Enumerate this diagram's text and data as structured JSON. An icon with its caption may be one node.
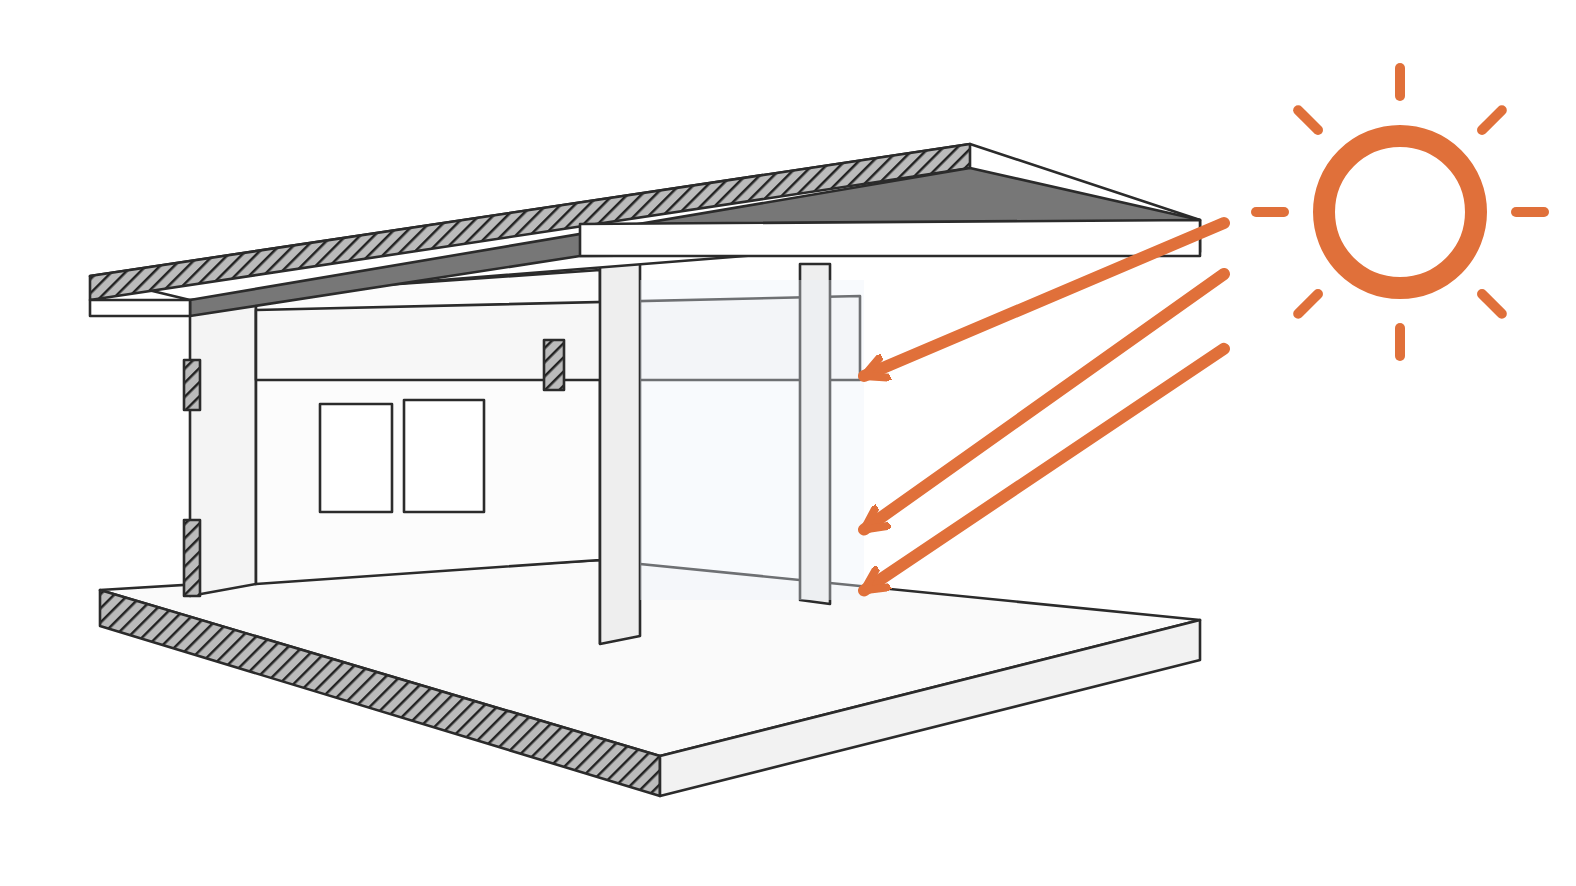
{
  "diagram": {
    "nodes": [
      {
        "text": [],
        "shape": "picture"
      },
      {
        "text": [],
        "shape": "box"
      }
    ],
    "edges": [
      {
        "from": 0,
        "to": 1,
        "arrow": "to"
      },
      {
        "from": 0,
        "to": 1,
        "arrow": "to"
      },
      {
        "from": 0,
        "to": 1,
        "arrow": "to"
      }
    ]
  }
}
